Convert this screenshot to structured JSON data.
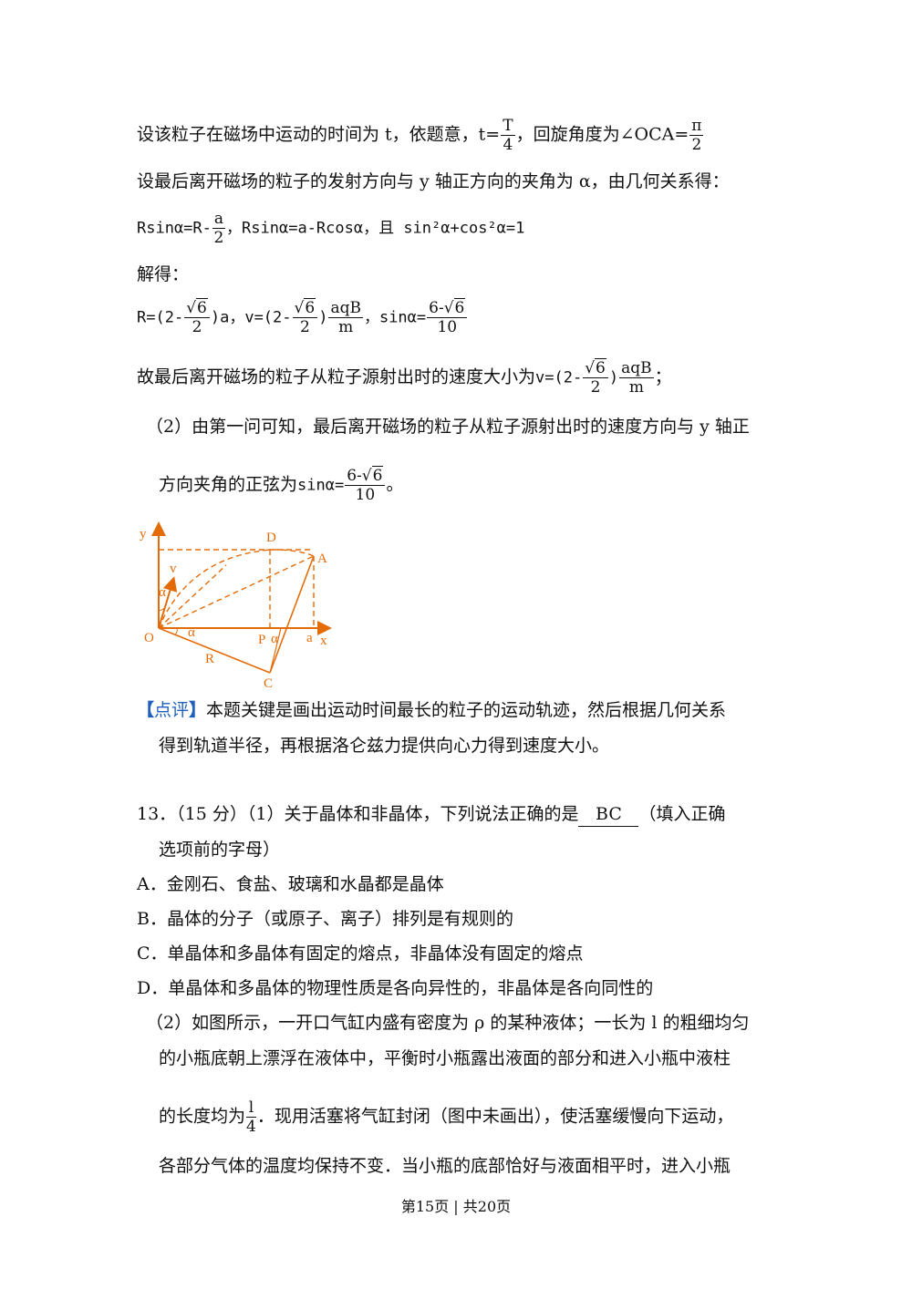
{
  "lines": {
    "l1_a": "设该粒子在磁场中运动的时间为 t，依题意，t=",
    "l1_T": "T",
    "l1_4": "4",
    "l1_b": "，回旋角度为∠OCA=",
    "l1_pi": "π",
    "l1_2": "2",
    "l2": "设最后离开磁场的粒子的发射方向与 y 轴正方向的夹角为 α，由几何关系得：",
    "l3_a": "Rsinα=R-",
    "l3_fa": "a",
    "l3_f2": "2",
    "l3_b": "，Rsinα=a-Rcosα，且 sin²α+cos²α=1",
    "l4": "解得：",
    "l5_a": "R=(2-",
    "l5_r1": "6",
    "l5_d1": "2",
    "l5_b": ")a，v=(2-",
    "l5_r2": "6",
    "l5_d2": "2",
    "l5_c": ")",
    "l5_n3": "aqB",
    "l5_d3": "m",
    "l5_d": "，sinα=",
    "l5_n4a": "6-",
    "l5_r4": "6",
    "l5_d4": "10",
    "l6_a": "故最后离开磁场的粒子从粒子源射出时的速度大小为",
    "l6_b": "v=(2-",
    "l6_r1": "6",
    "l6_d1": "2",
    "l6_c": ")",
    "l6_n2": "aqB",
    "l6_d2": "m",
    "l6_e": "；",
    "l7": "（2）由第一问可知，最后离开磁场的粒子从粒子源射出时的速度方向与 y 轴正",
    "l8_a": "方向夹角的正弦为",
    "l8_b": "sinα=",
    "l8_n": "6-",
    "l8_r": "6",
    "l8_d": "10",
    "l8_e": "。",
    "review_bracket_open": "【",
    "review_label": "点评",
    "review_bracket_close": "】",
    "review_1": "本题关键是画出运动时间最长的粒子的运动轨迹，然后根据几何关系",
    "review_2": "得到轨道半径，再根据洛仑兹力提供向心力得到速度大小。",
    "q13_a": "13．（15 分）（1）关于晶体和非晶体，下列说法正确的是",
    "q13_answer": "BC",
    "q13_b": "（填入正确",
    "q13_c": "选项前的字母）",
    "optA": "A．金刚石、食盐、玻璃和水晶都是晶体",
    "optB": "B．晶体的分子（或原子、离子）排列是有规则的",
    "optC": "C．单晶体和多晶体有固定的熔点，非晶体没有固定的熔点",
    "optD": "D．单晶体和多晶体的物理性质是各向异性的，非晶体是各向同性的",
    "p2_1": "（2）如图所示，一开口气缸内盛有密度为 ρ 的某种液体；一长为 l 的粗细均匀",
    "p2_2": "的小瓶底朝上漂浮在液体中，平衡时小瓶露出液面的部分和进入小瓶中液柱",
    "p2_3a": "的长度均为",
    "p2_3n": "l",
    "p2_3d": "4",
    "p2_3b": "．现用活塞将气缸封闭（图中未画出），使活塞缓慢向下运动，",
    "p2_4": "各部分气体的温度均保持不变．当小瓶的底部恰好与液面相平时，进入小瓶"
  },
  "diagram": {
    "labels": {
      "y": "y",
      "x": "x",
      "O": "O",
      "D": "D",
      "A": "A",
      "P": "P",
      "C": "C",
      "R": "R",
      "v": "v",
      "alpha1": "α",
      "alpha2": "α",
      "alpha3": "α",
      "alpha4": "a"
    },
    "color": "#e36c09"
  },
  "footer": "第15页 | 共20页"
}
